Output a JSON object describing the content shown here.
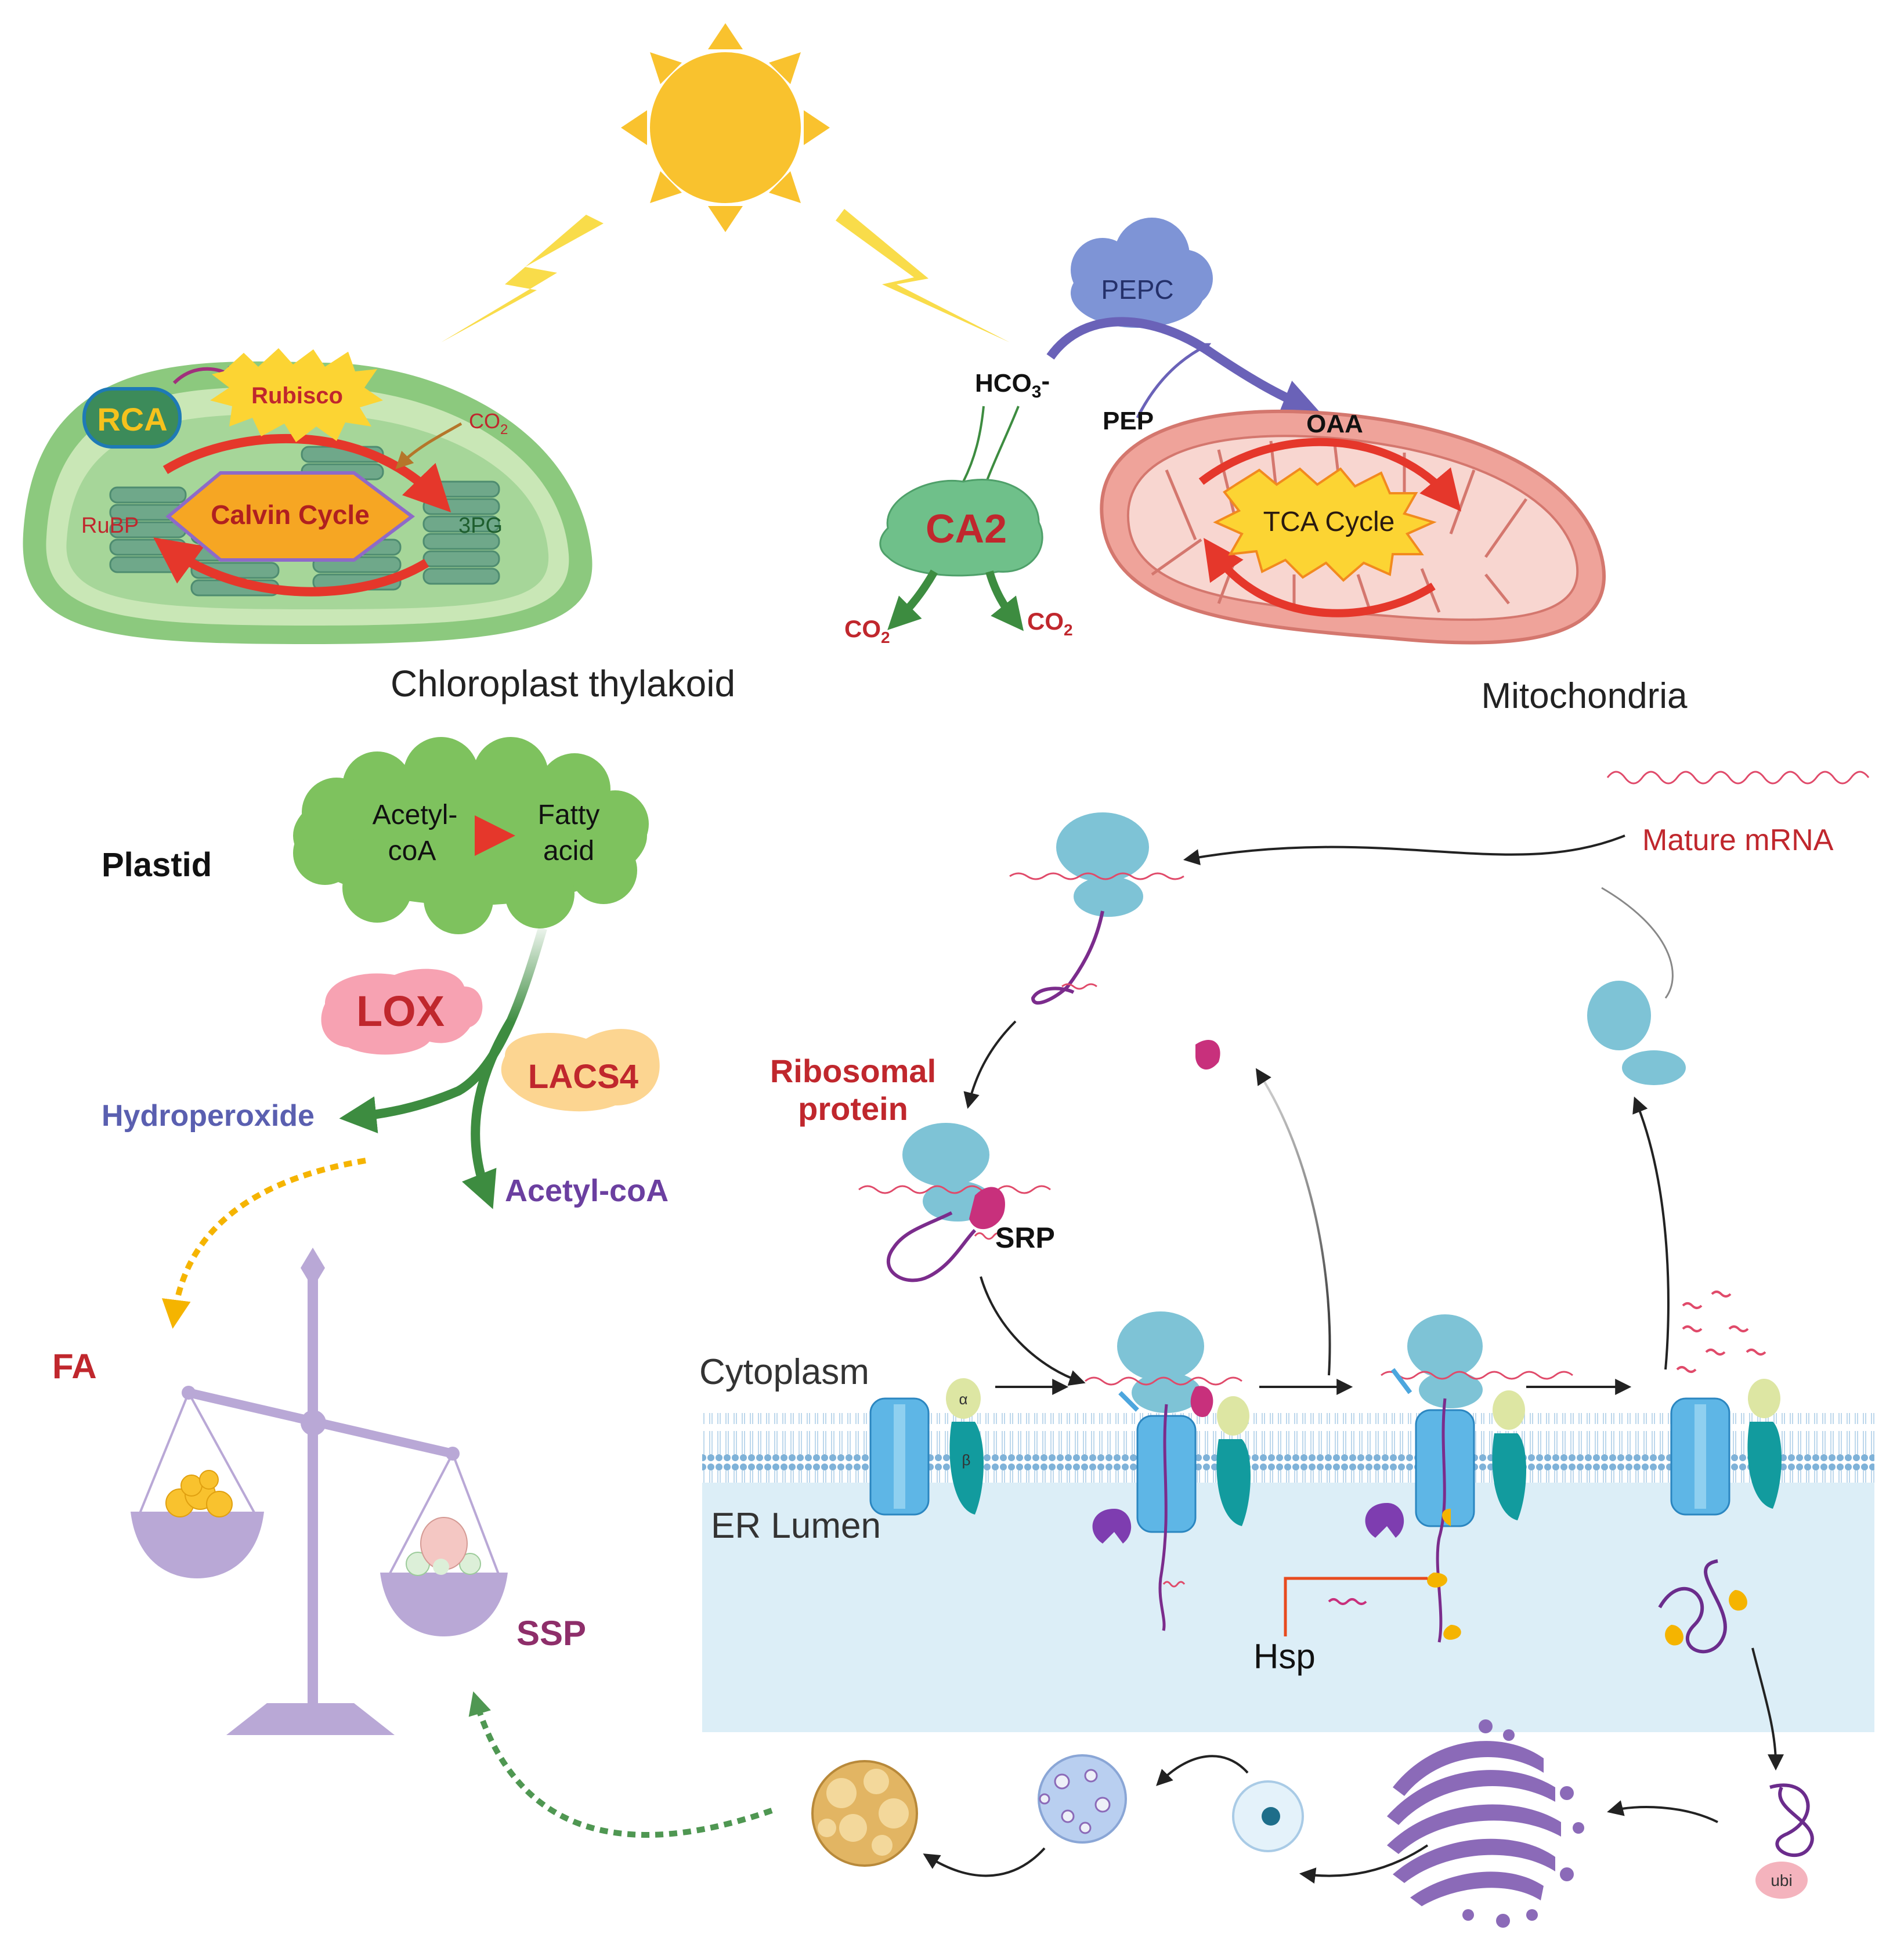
{
  "chloroplast": {
    "rca": "RCA",
    "rubisco": "Rubisco",
    "co2_sub": "2",
    "co2_base": "CO",
    "calvin": "Calvin Cycle",
    "rubp": "RuBP",
    "pg3": "3PG",
    "caption": "Chloroplast thylakoid"
  },
  "carbon": {
    "pepc": "PEPC",
    "hco3_base": "HCO",
    "hco3_sub": "3",
    "hco3_sup": "-",
    "pep": "PEP",
    "oaa": "OAA",
    "ca2": "CA2",
    "co2_base": "CO",
    "co2_sub": "2"
  },
  "mitochondria": {
    "tca": "TCA Cycle",
    "caption": "Mitochondria"
  },
  "lipid": {
    "plastid": "Plastid",
    "acetyl_coa_line1": "Acetyl-",
    "acetyl_coa_line2": "coA",
    "fatty_line1": "Fatty",
    "fatty_line2": "acid",
    "lox": "LOX",
    "lacs4": "LACS4",
    "hydroperoxide": "Hydroperoxide",
    "acetyl_coa": "Acetyl-coA",
    "fa": "FA",
    "ssp": "SSP"
  },
  "protein": {
    "mature_mrna": "Mature mRNA",
    "ribosomal_line1": "Ribosomal",
    "ribosomal_line2": "protein",
    "srp": "SRP",
    "cytoplasm": "Cytoplasm",
    "er_lumen": "ER Lumen",
    "hsp": "Hsp",
    "alpha": "α",
    "beta": "β",
    "ubi": "ubi"
  },
  "colors": {
    "sun": "#F9C22E",
    "red_text": "#C0272D",
    "green_arrow": "#3D8C40",
    "purple_text": "#6B3FA0",
    "blue_text": "#5A5FB0",
    "ribosome": "#7EC3D6",
    "er_lumen": "#DCEEF7"
  }
}
